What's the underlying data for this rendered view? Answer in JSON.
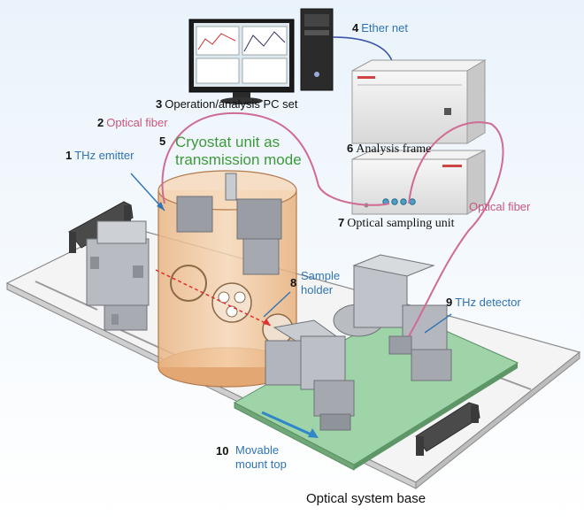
{
  "labels": {
    "l1": {
      "num": "1",
      "text": "THz emitter"
    },
    "l2": {
      "num": "2",
      "text": "Optical fiber"
    },
    "l3": {
      "num": "3",
      "text": "Operation/analysis PC set"
    },
    "l4": {
      "num": "4",
      "text": "Ether net"
    },
    "l5": {
      "num": "5",
      "line1": "Cryostat unit as",
      "line2": "transmission mode"
    },
    "l6": {
      "num": "6",
      "text": "Analysis frame"
    },
    "l7": {
      "num": "7",
      "text": "Optical sampling unit"
    },
    "l7b": {
      "text": "Optical fiber"
    },
    "l8": {
      "num": "8",
      "line1": "Sample",
      "line2": "holder"
    },
    "l9": {
      "num": "9",
      "text": "THz detector"
    },
    "l10": {
      "num": "10",
      "line1": "Movable",
      "line2": "mount top"
    },
    "base": {
      "text": "Optical system base"
    }
  },
  "colors": {
    "label_blue": "#2f73b5",
    "fiber_pink": "#c9557f",
    "cryostat_label_green": "#3d9a3a",
    "cryostat_body": "#f2c9a0",
    "detector_plate": "#7cc08a",
    "sample_plate": "#a9d9ae"
  }
}
